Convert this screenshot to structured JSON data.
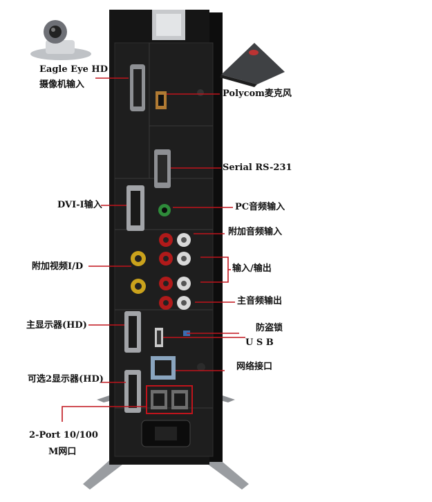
{
  "labels": {
    "eagle_eye_line1": "Eagle Eye HD",
    "eagle_eye_line2": "摄像机输入",
    "polycom_mic": "Polycom麦克风",
    "serial": "Serial RS-231",
    "dvi_in": "DVI-I输入",
    "pc_audio_in": "PC音频输入",
    "aux_audio_in": "附加音频输入",
    "aux_video_io": "附加视频I/D",
    "in_out": "输入/输出",
    "main_audio_out": "主音频输出",
    "main_display": "主显示器(HD)",
    "anti_theft": "防盗锁",
    "usb": "U S B",
    "network": "网络接口",
    "optional_display": "可选2显示器(HD)",
    "two_port_line1": "2-Port 10/100",
    "two_port_line2": "M网口"
  },
  "colors": {
    "leader": "#c0141c",
    "chassis": "#141414",
    "panel": "#1b1b1b",
    "metal": "#b9bcc0"
  }
}
